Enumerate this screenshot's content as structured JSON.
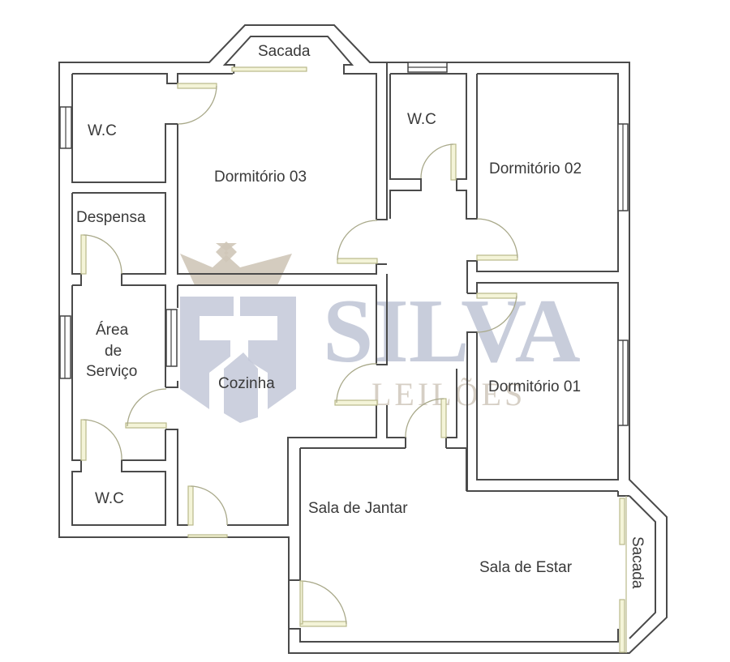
{
  "floor_plan": {
    "rooms": [
      {
        "id": "wc_top_left",
        "label": "W.C"
      },
      {
        "id": "dormitorio_03",
        "label": "Dormitório 03"
      },
      {
        "id": "wc_top_center",
        "label": "W.C"
      },
      {
        "id": "dormitorio_02",
        "label": "Dormitório 02"
      },
      {
        "id": "despensa",
        "label": "Despensa"
      },
      {
        "id": "area_servico_1",
        "label": "Área"
      },
      {
        "id": "area_servico_2",
        "label": "de"
      },
      {
        "id": "area_servico_3",
        "label": "Serviço"
      },
      {
        "id": "cozinha",
        "label": "Cozinha"
      },
      {
        "id": "dormitorio_01",
        "label": "Dormitório 01"
      },
      {
        "id": "wc_bottom_left",
        "label": "W.C"
      },
      {
        "id": "sala_jantar",
        "label": "Sala de Jantar"
      },
      {
        "id": "sala_estar",
        "label": "Sala de Estar"
      },
      {
        "id": "sacada_top",
        "label": "Sacada"
      },
      {
        "id": "sacada_right",
        "label": "Sacada"
      }
    ],
    "colors": {
      "wall": "#4a4a4a",
      "door": "#b9b98a",
      "text": "#3a3a3a"
    }
  },
  "watermark": {
    "brand": "SILVA",
    "sub": "LEILÕES",
    "colors": {
      "shield": "#c3c8d8",
      "crown": "#cfc6b8"
    }
  }
}
